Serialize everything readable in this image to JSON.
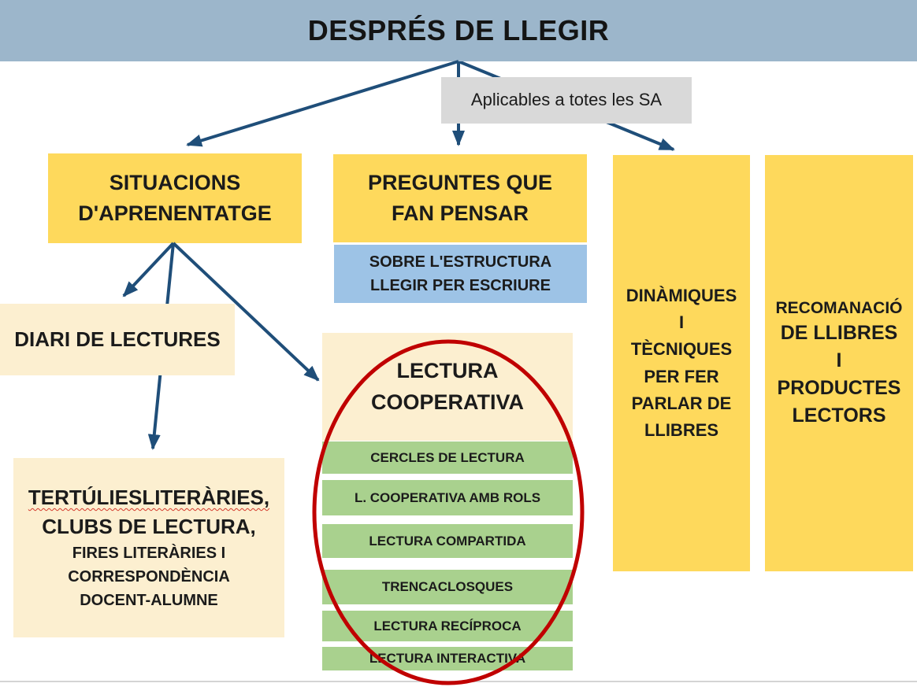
{
  "title": "DESPRÉS DE LLEGIR",
  "note": {
    "label": "Aplicables a totes les SA"
  },
  "nodes": {
    "situacions": {
      "line1": "SITUACIONS",
      "line2": "D'APRENENTATGE"
    },
    "preguntes": {
      "line1": "PREGUNTES QUE",
      "line2": "FAN PENSAR"
    },
    "sobre_estructura": {
      "line1": "SOBRE L'ESTRUCTURA",
      "line2": "LLEGIR PER ESCRIURE"
    },
    "diari": {
      "label": "DIARI DE LECTURES"
    },
    "tertulies": {
      "line1": "TERTÚLIESLITERÀRIES,",
      "line2": "CLUBS DE LECTURA,",
      "line3": "FIRES LITERÀRIES I",
      "line4": "CORRESPONDÈNCIA",
      "line5": "DOCENT-ALUMNE"
    },
    "lectura_cooperativa": {
      "line1": "LECTURA",
      "line2": "COOPERATIVA"
    },
    "dinamiques": {
      "lines": [
        "DINÀMIQUES",
        "I",
        "TÈCNIQUES",
        "PER FER",
        "PARLAR DE",
        "LLIBRES"
      ]
    },
    "recomanacio": {
      "lines": [
        "RECOMANACIÓ",
        "DE LLIBRES",
        "I",
        "PRODUCTES",
        "LECTORS"
      ]
    }
  },
  "cooperative_items": [
    "CERCLES DE LECTURA",
    "L. COOPERATIVA AMB ROLS",
    "LECTURA COMPARTIDA",
    "TRENCACLOSQUES",
    "LECTURA RECÍPROCA",
    "LECTURA INTERACTIVA"
  ],
  "colors": {
    "header_bg": "#9CB6CB",
    "yellow_box": "#FED95C",
    "cream_box": "#FCEFD0",
    "green_item": "#A9D18E",
    "blue_box": "#9DC3E6",
    "note_gray": "#D9D9D9",
    "arrow_blue": "#1F4E79",
    "ellipse_red": "#C00000",
    "squiggle_red": "#D33A2C"
  }
}
